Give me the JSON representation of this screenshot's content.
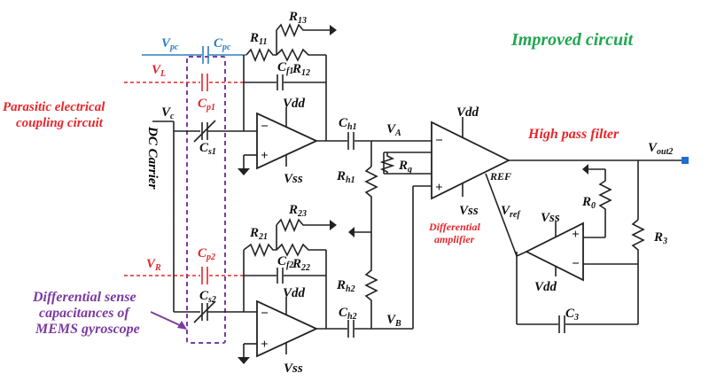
{
  "title": "Improved circuit",
  "annotations": {
    "parasitic": [
      "Parasitic electrical",
      "coupling circuit"
    ],
    "dc_carrier": "DC Carrier",
    "high_pass": "High pass filter",
    "diff_amp": [
      "Differential",
      "amplifier"
    ],
    "sense_caps": [
      "Differential sense",
      "capacitances of",
      "MEMS gyroscope"
    ]
  },
  "labels": {
    "vpc": {
      "main": "V",
      "sub": "pc"
    },
    "cpc": {
      "main": "C",
      "sub": "pc"
    },
    "vl": {
      "main": "V",
      "sub": "L"
    },
    "vr": {
      "main": "V",
      "sub": "R"
    },
    "vc": {
      "main": "V",
      "sub": "c"
    },
    "cp1": {
      "main": "C",
      "sub": "p1"
    },
    "cs1": {
      "main": "C",
      "sub": "s1"
    },
    "cp2": {
      "main": "C",
      "sub": "p2"
    },
    "cs2": {
      "main": "C",
      "sub": "s2"
    },
    "r11": {
      "main": "R",
      "sub": "11"
    },
    "r12": {
      "main": "R",
      "sub": "12"
    },
    "r13": {
      "main": "R",
      "sub": "13"
    },
    "cf1": {
      "main": "C",
      "sub": "f1"
    },
    "r21": {
      "main": "R",
      "sub": "21"
    },
    "r22": {
      "main": "R",
      "sub": "22"
    },
    "r23": {
      "main": "R",
      "sub": "23"
    },
    "cf2": {
      "main": "C",
      "sub": "f2"
    },
    "ch1": {
      "main": "C",
      "sub": "h1"
    },
    "ch2": {
      "main": "C",
      "sub": "h2"
    },
    "rh1": {
      "main": "R",
      "sub": "h1"
    },
    "rh2": {
      "main": "R",
      "sub": "h2"
    },
    "va": {
      "main": "V",
      "sub": "A"
    },
    "vb": {
      "main": "V",
      "sub": "B"
    },
    "rg": {
      "main": "R",
      "sub": "g"
    },
    "ref": "REF",
    "vref": {
      "main": "V",
      "sub": "ref"
    },
    "r0": {
      "main": "R",
      "sub": "0"
    },
    "r3": {
      "main": "R",
      "sub": "3"
    },
    "c3": {
      "main": "C",
      "sub": "3"
    },
    "vout2": {
      "main": "V",
      "sub": "out2"
    },
    "vdd": "Vdd",
    "vss": "Vss",
    "minus": "−",
    "plus": "+"
  },
  "colors": {
    "parasitic": "#e8262a",
    "coupling": "#2e7fc1",
    "title": "#21a650",
    "sense": "#7a3aa0",
    "output_node": "#1f6fd1"
  }
}
